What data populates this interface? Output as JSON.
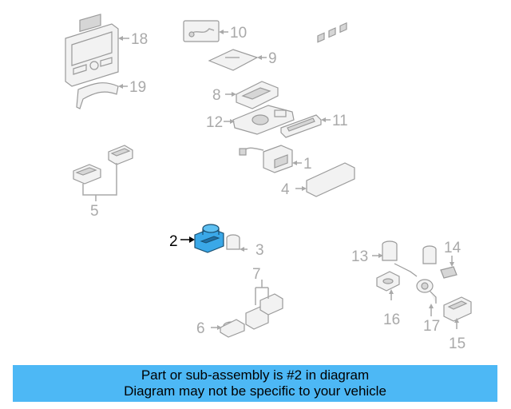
{
  "callouts": [
    "18",
    "10",
    "9",
    "19",
    "8",
    "12",
    "11",
    "1",
    "4",
    "5",
    "2",
    "3",
    "7",
    "13",
    "14",
    "6",
    "16",
    "17",
    "15"
  ],
  "banner": {
    "line1": "Part or sub-assembly is #2 in diagram",
    "line2": "Diagram may not be specific to your vehicle"
  },
  "colors": {
    "highlight_part": "#3aa8e8",
    "banner_bg": "#4db8f5",
    "callout_gray": "#a9a9a9"
  }
}
